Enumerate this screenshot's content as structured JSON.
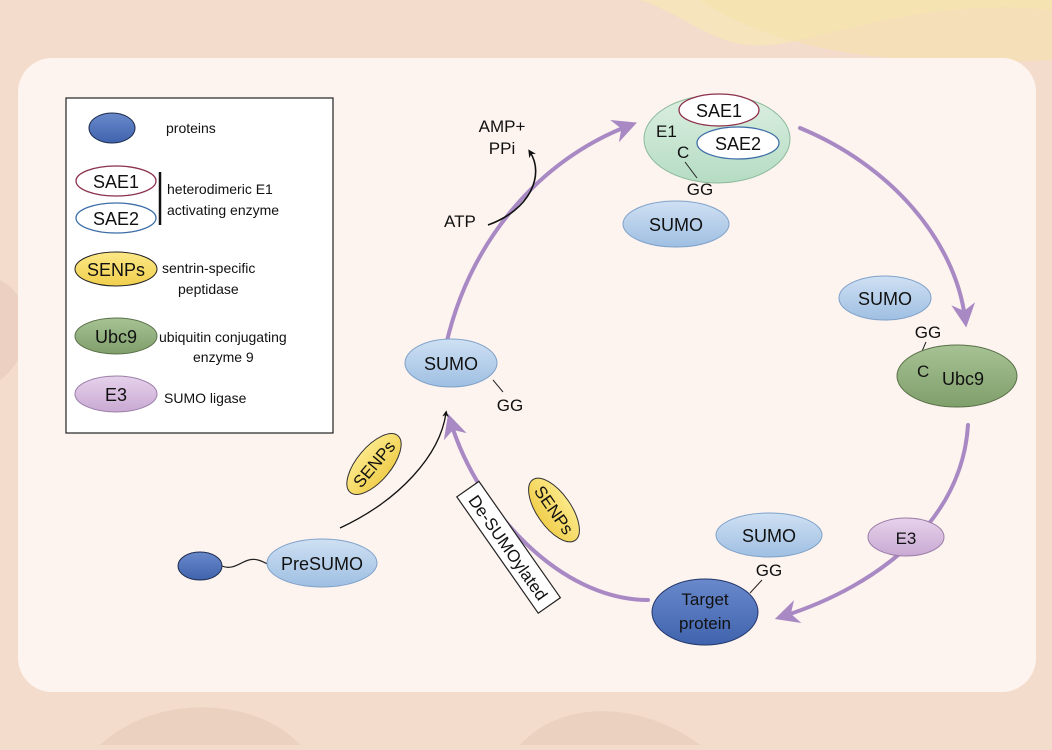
{
  "legend": {
    "proteins": "proteins",
    "sae1": "SAE1",
    "sae2": "SAE2",
    "e1_line1": "heterodimeric E1",
    "e1_line2": "activating enzyme",
    "senps": "SENPs",
    "senps_line1": "sentrin-specific",
    "senps_line2": "peptidase",
    "ubc9": "Ubc9",
    "ubc9_line1": "ubiquitin conjugating",
    "ubc9_line2": "enzyme 9",
    "e3": "E3",
    "e3_desc": "SUMO ligase"
  },
  "cycle": {
    "e1_label": "E1",
    "sae1": "SAE1",
    "sae2": "SAE2",
    "c": "C",
    "gg": "GG",
    "sumo": "SUMO",
    "ubc9": "Ubc9",
    "e3": "E3",
    "target_line1": "Target",
    "target_line2": "protein",
    "amp_line1": "AMP+",
    "amp_line2": "PPi",
    "atp": "ATP",
    "senps": "SENPs",
    "presumo": "PreSUMO",
    "desumoylated": "De-SUMOylated"
  },
  "colors": {
    "background": "#f3dccb",
    "panel": "#fdf3ef",
    "arrow": "#a889c4",
    "sumo_fill": "#b7d0ea",
    "protein_fill": "#4f73be",
    "senps_fill": "#f7dc6a",
    "ubc9_fill": "#93b07d",
    "e3_fill": "#d9c0e0",
    "e1_fill": "#cde8d6",
    "sae1_stroke": "#8b2f4a",
    "sae2_stroke": "#3e6ea8"
  }
}
